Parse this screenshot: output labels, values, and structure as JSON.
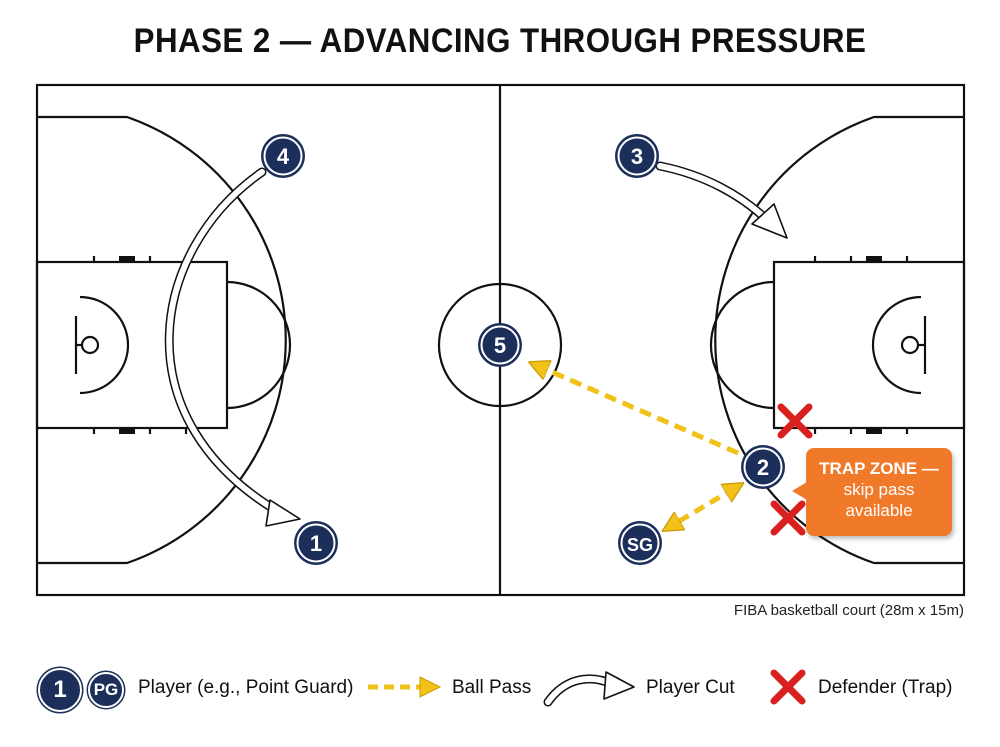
{
  "title": "PHASE 2 — ADVANCING THROUGH PRESSURE",
  "court_note": "FIBA basketball court (28m x 15m)",
  "players": [
    {
      "id": "p4",
      "label": "4"
    },
    {
      "id": "p3",
      "label": "3"
    },
    {
      "id": "p5",
      "label": "5"
    },
    {
      "id": "p2",
      "label": "2"
    },
    {
      "id": "p1",
      "label": "1"
    },
    {
      "id": "psg",
      "label": "SG"
    }
  ],
  "callout": {
    "strong": "TRAP ZONE —",
    "rest_line1": "skip pass",
    "rest_line2": "available"
  },
  "legend": {
    "token_number": "1",
    "token_pos": "PG",
    "player_label": "Player (e.g., Point Guard)",
    "pass_label": "Ball Pass",
    "cut_label": "Player Cut",
    "defender_label": "Defender (Trap)"
  },
  "colors": {
    "player_fill": "#1b2f5a",
    "pass": "#f2c21b",
    "defender": "#d8201f",
    "callout": "#f07a2a",
    "court_line": "#111111"
  }
}
